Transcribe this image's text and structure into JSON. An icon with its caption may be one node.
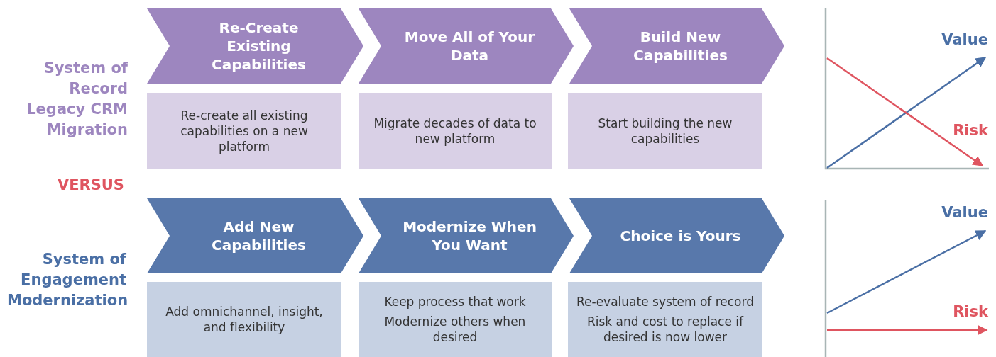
{
  "diagram": {
    "nodes": [
      {
        "text": [
          "Re-Create Existing Capabilities"
        ]
      },
      {
        "text": [
          "Move All of Your Data"
        ]
      },
      {
        "text": [
          "Build New Capabilities"
        ]
      },
      {
        "text": [
          "Re-create all existing capabilities on a new platform"
        ]
      },
      {
        "text": [
          "Migrate decades of data to new platform"
        ]
      },
      {
        "text": [
          "Start building the new capabilities"
        ]
      },
      {
        "text": [
          "Add New Capabilities"
        ]
      },
      {
        "text": [
          "Modernize When You Want"
        ]
      },
      {
        "text": [
          "Choice is Yours"
        ]
      },
      {
        "text": [
          "Add omnichannel, insight, and flexibility"
        ]
      },
      {
        "text": [
          "Keep process that work",
          "Modernize others when desired"
        ]
      },
      {
        "text": [
          "Re-evaluate system of record",
          "Risk and cost to replace if desired is now lower"
        ]
      }
    ],
    "labels": [
      "System of Record Legacy CRM Migration",
      "Value",
      "Risk",
      "VERSUS",
      "System of Engagement Modernization",
      "Value",
      "Risk"
    ]
  }
}
